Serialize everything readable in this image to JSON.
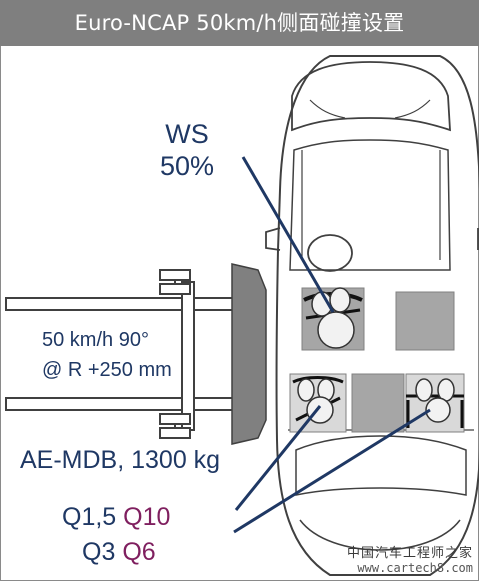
{
  "title": "Euro-NCAP 50km/h侧面碰撞设置",
  "ws_label": {
    "line1": "WS",
    "line2": "50%"
  },
  "speed_label": {
    "line1": "50 km/h 90°",
    "line2": "@ R +250 mm"
  },
  "barrier_label": "AE-MDB, 1300 kg",
  "dummies": {
    "row1": {
      "a": "Q1,5",
      "b": "Q10"
    },
    "row2": {
      "a": "Q3",
      "b": "Q6"
    }
  },
  "watermark": {
    "brand": "中国汽车工程师之家",
    "url": "www.cartech8.com"
  },
  "colors": {
    "title_bg": "#7f7f7f",
    "dark_blue": "#1f3864",
    "magenta": "#7f1f5f",
    "seat_gray": "#a6a6a6",
    "barrier_gray": "#808080"
  }
}
